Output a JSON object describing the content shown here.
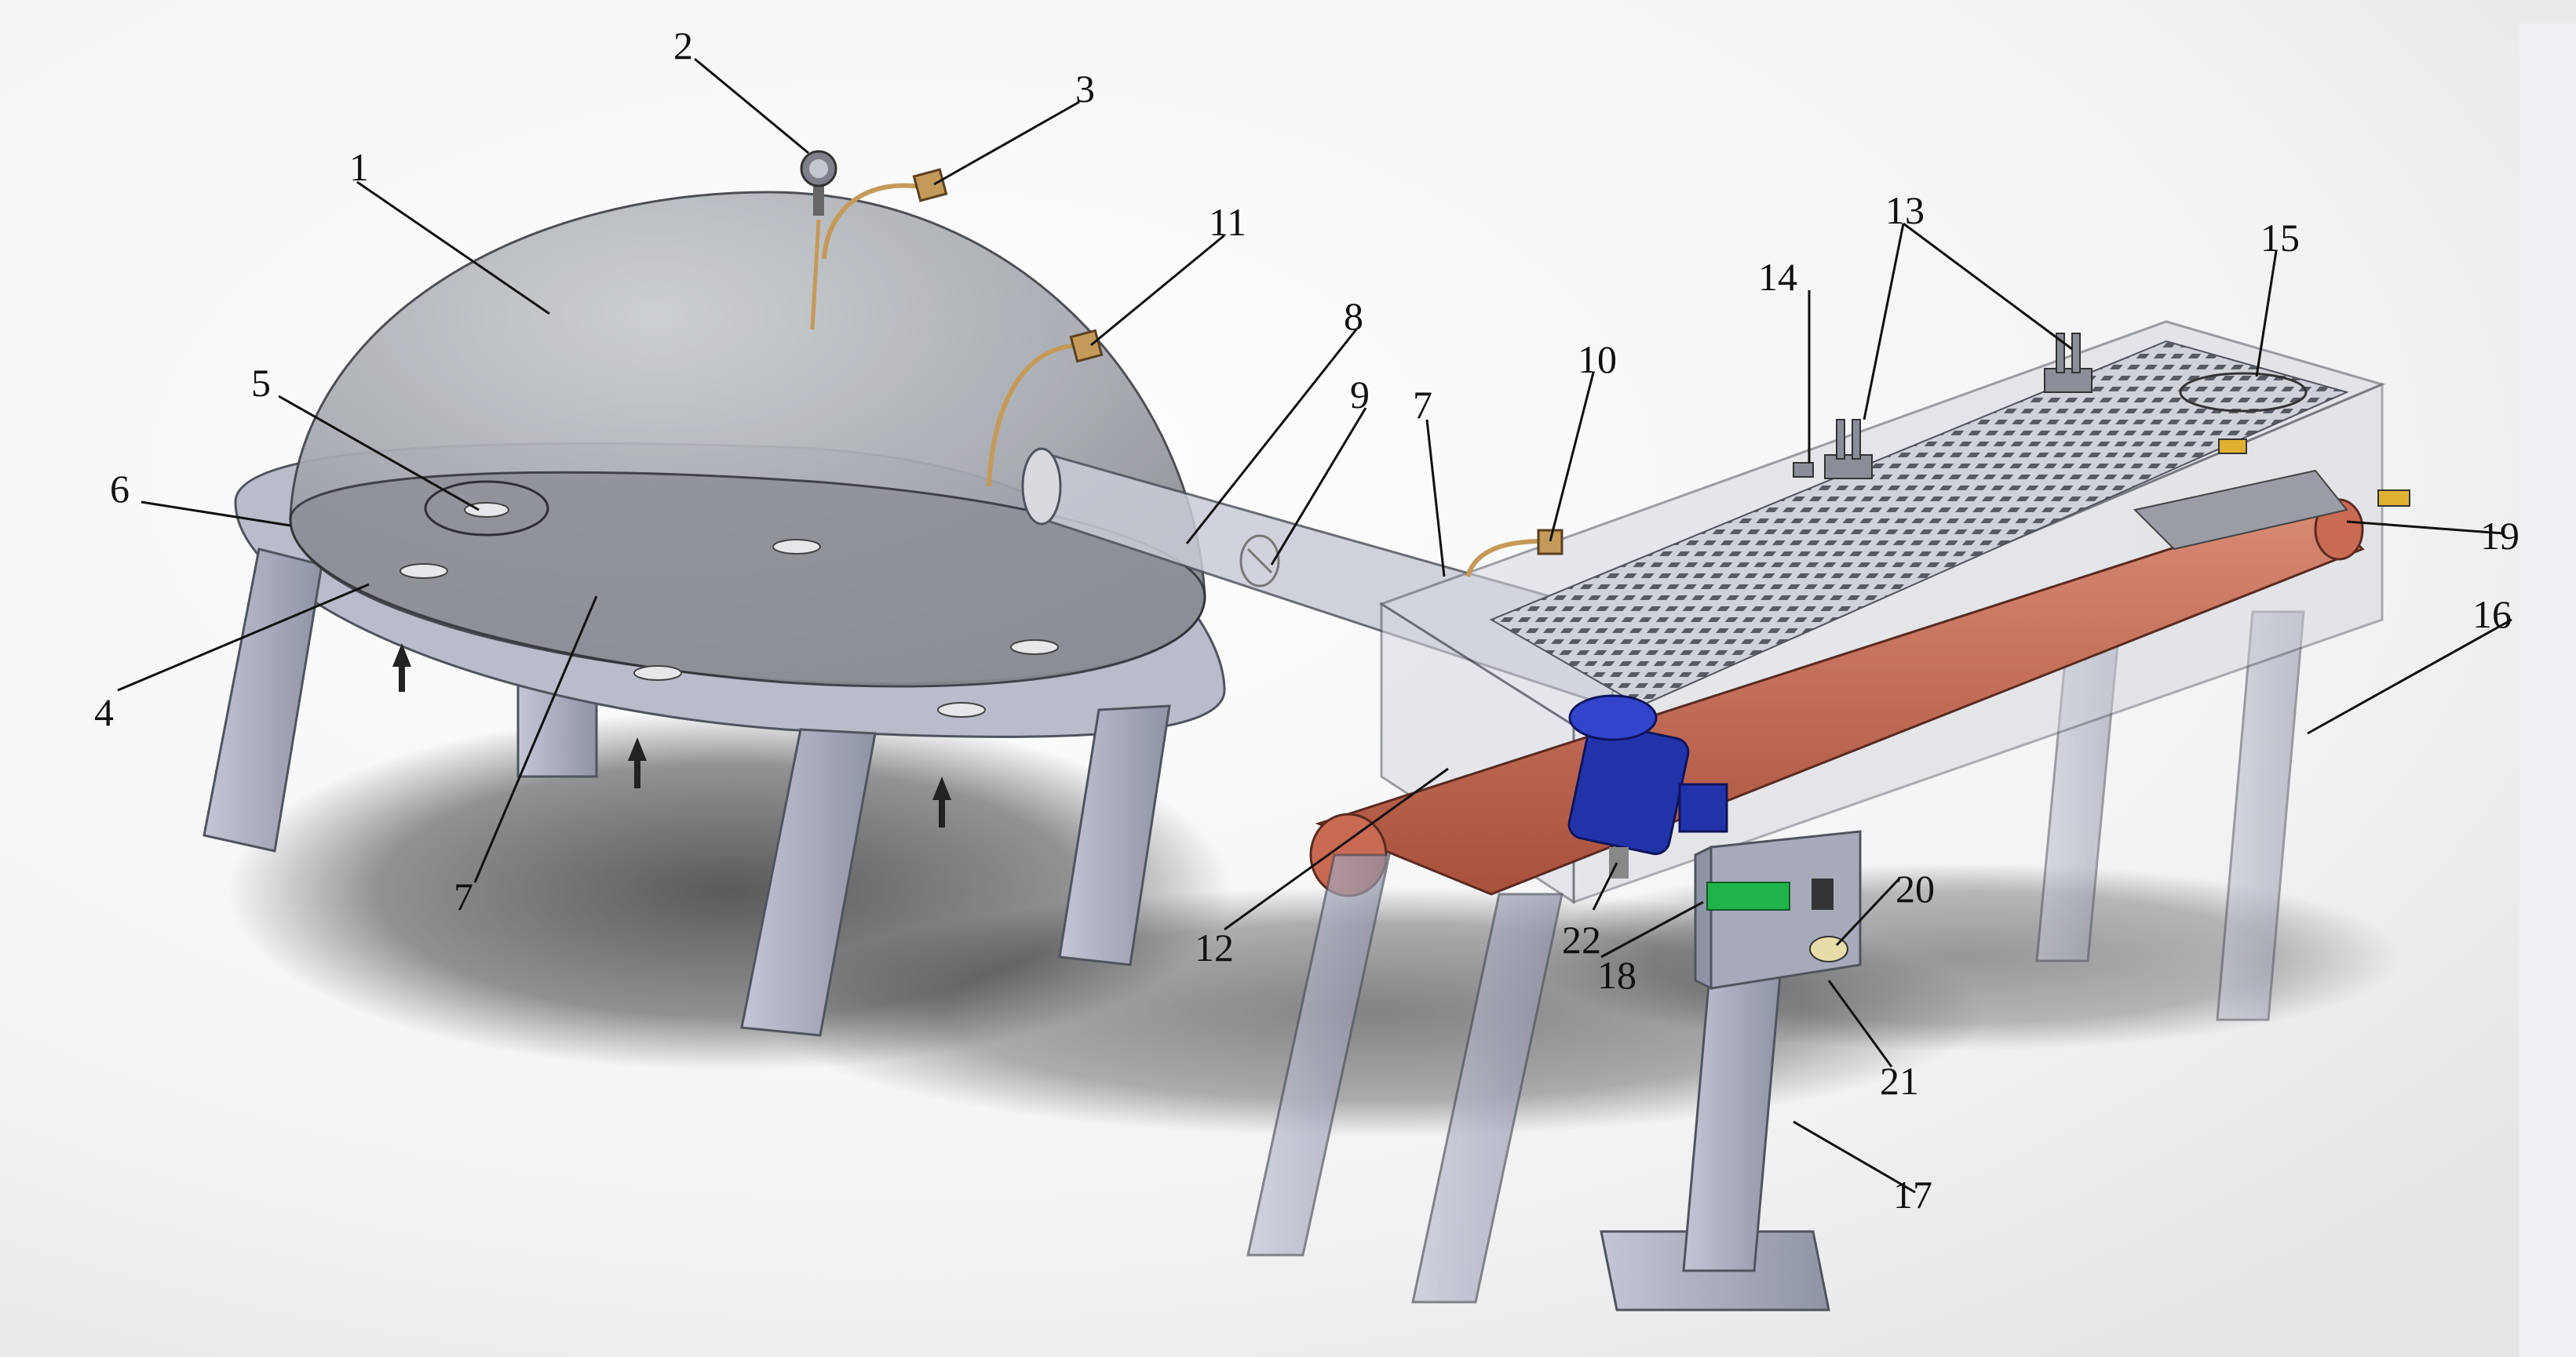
{
  "callouts": [
    {
      "id": "c1",
      "text": "1"
    },
    {
      "id": "c2",
      "text": "2"
    },
    {
      "id": "c3",
      "text": "3"
    },
    {
      "id": "c4",
      "text": "4"
    },
    {
      "id": "c5",
      "text": "5"
    },
    {
      "id": "c6",
      "text": "6"
    },
    {
      "id": "c7a",
      "text": "7"
    },
    {
      "id": "c7b",
      "text": "7"
    },
    {
      "id": "c8",
      "text": "8"
    },
    {
      "id": "c9",
      "text": "9"
    },
    {
      "id": "c10",
      "text": "10"
    },
    {
      "id": "c11",
      "text": "11"
    },
    {
      "id": "c12",
      "text": "12"
    },
    {
      "id": "c13",
      "text": "13"
    },
    {
      "id": "c14",
      "text": "14"
    },
    {
      "id": "c15",
      "text": "15"
    },
    {
      "id": "c16",
      "text": "16"
    },
    {
      "id": "c17",
      "text": "17"
    },
    {
      "id": "c18",
      "text": "18"
    },
    {
      "id": "c19",
      "text": "19"
    },
    {
      "id": "c20",
      "text": "20"
    },
    {
      "id": "c21",
      "text": "21"
    },
    {
      "id": "c22",
      "text": "22"
    }
  ],
  "colors": {
    "dome": "#a7abb1",
    "frame": "#b9bcc9",
    "belt": "#c96a52",
    "motor": "#2233aa",
    "panel_display": "#1fb34a",
    "sensor": "#c49a5a"
  }
}
